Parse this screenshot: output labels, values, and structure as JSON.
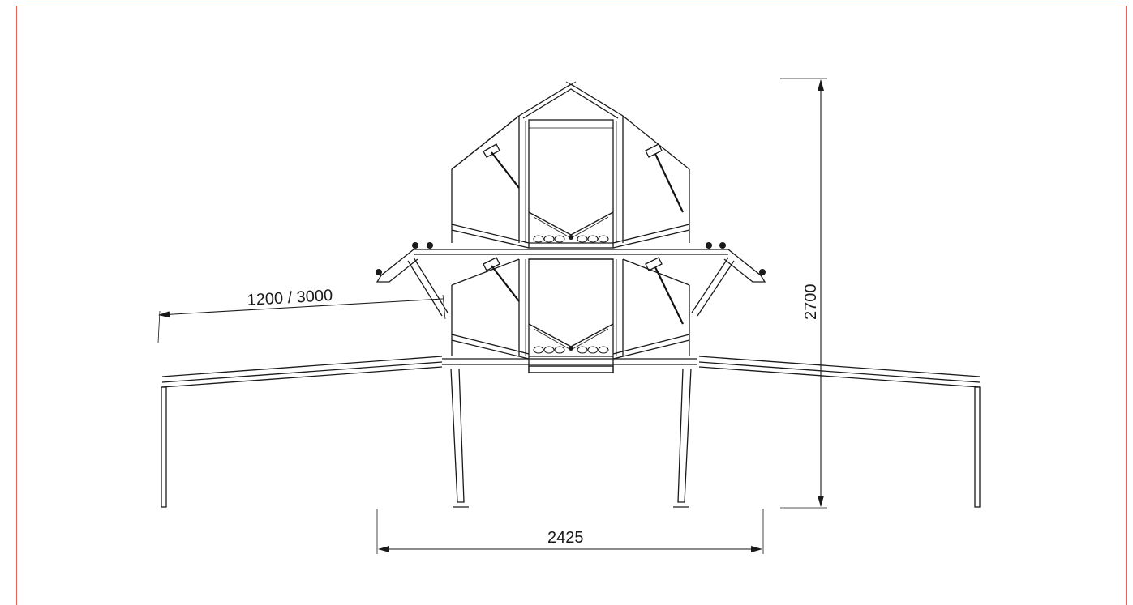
{
  "dimensions": {
    "width_label": "2425",
    "height_label": "2700",
    "slope_label": "1200 / 3000"
  },
  "colors": {
    "frame": "#e06060",
    "lines": "#1a1a1a"
  }
}
